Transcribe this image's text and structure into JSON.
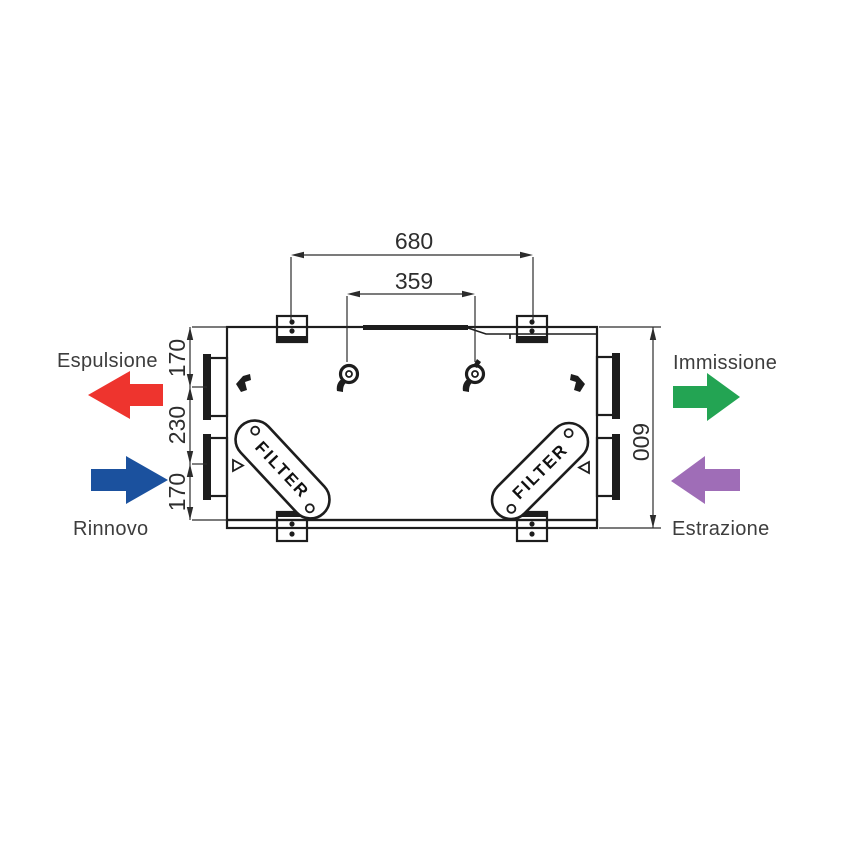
{
  "diagram": {
    "type": "technical-dimension-drawing",
    "subject": "heat-recovery-ventilation-unit-front-view",
    "unit": {
      "filter_left_label": "FILTER",
      "filter_right_label": "FILTER"
    },
    "dimensions": {
      "top_bracket_spacing": "680",
      "top_knob_spacing": "359",
      "left_top": "170",
      "left_middle": "230",
      "left_bottom": "170",
      "right_height": "600"
    },
    "flows": {
      "espulsione": {
        "label": "Espulsione",
        "direction": "left",
        "color": "#ee342e"
      },
      "rinnovo": {
        "label": "Rinnovo",
        "direction": "right",
        "color": "#1b519e"
      },
      "immissione": {
        "label": "Immissione",
        "direction": "right",
        "color": "#23a453"
      },
      "estrazione": {
        "label": "Estrazione",
        "direction": "left",
        "color": "#9f6db7"
      }
    },
    "colors": {
      "line": "#1d1d1d",
      "dimension": "#2c2c2c",
      "text": "#3d3d3d",
      "background": "#ffffff"
    }
  }
}
